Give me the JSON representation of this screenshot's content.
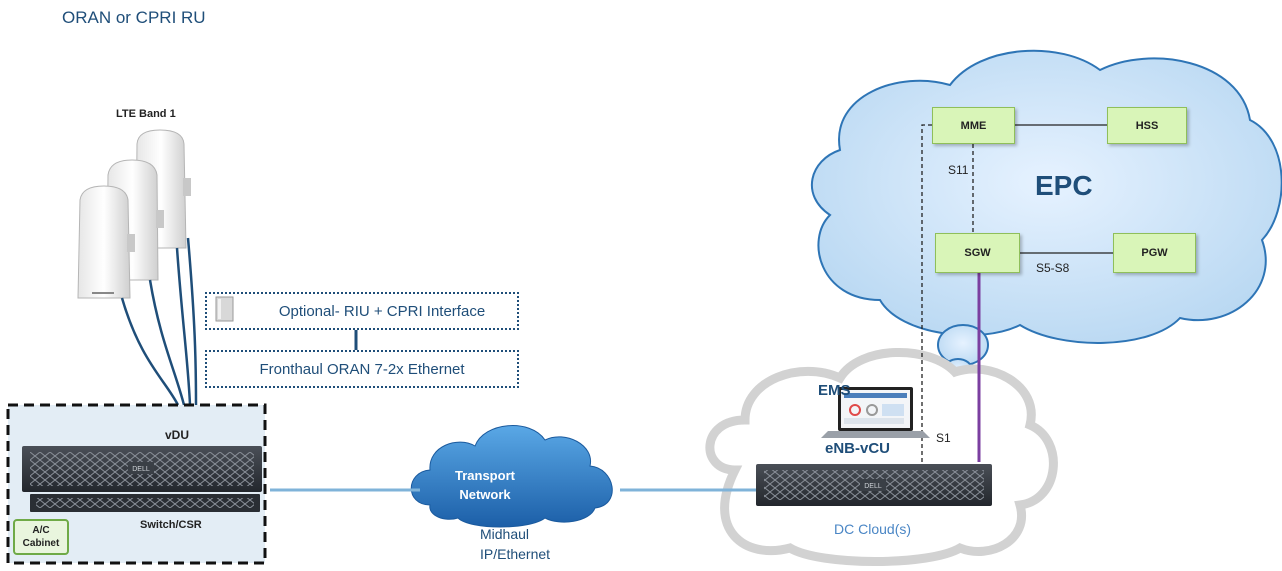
{
  "diagram": {
    "title": "ORAN or CPRI RU",
    "radio_band_label": "LTE Band 1",
    "optional_box_label": "Optional- RIU + CPRI Interface",
    "fronthaul_box_label": "Fronthaul ORAN 7-2x Ethernet",
    "site": {
      "vdu_label": "vDU",
      "switch_label": "Switch/CSR",
      "cabinet_label_line1": "A/C",
      "cabinet_label_line2": "Cabinet",
      "server_brand": "DELL"
    },
    "transport": {
      "cloud_line1": "Transport",
      "cloud_line2": "Network",
      "midhaul_line1": "Midhaul",
      "midhaul_line2": "IP/Ethernet"
    },
    "dc": {
      "ems_label": "EMS",
      "vcu_label": "eNB-vCU",
      "cloud_label": "DC Cloud(s)",
      "server_brand": "DELL"
    },
    "epc": {
      "label": "EPC",
      "nodes": {
        "mme": "MME",
        "hss": "HSS",
        "sgw": "SGW",
        "pgw": "PGW"
      },
      "interfaces": {
        "s11": "S11",
        "s5_s8": "S5-S8",
        "s1": "S1"
      }
    },
    "colors": {
      "label_blue": "#1f4e79",
      "epc_node_fill": "#d9f5b8",
      "user_plane_line": "#7b3fa0",
      "fiber_line": "#1f4e79",
      "midhaul_line": "#5fa0d0"
    }
  }
}
